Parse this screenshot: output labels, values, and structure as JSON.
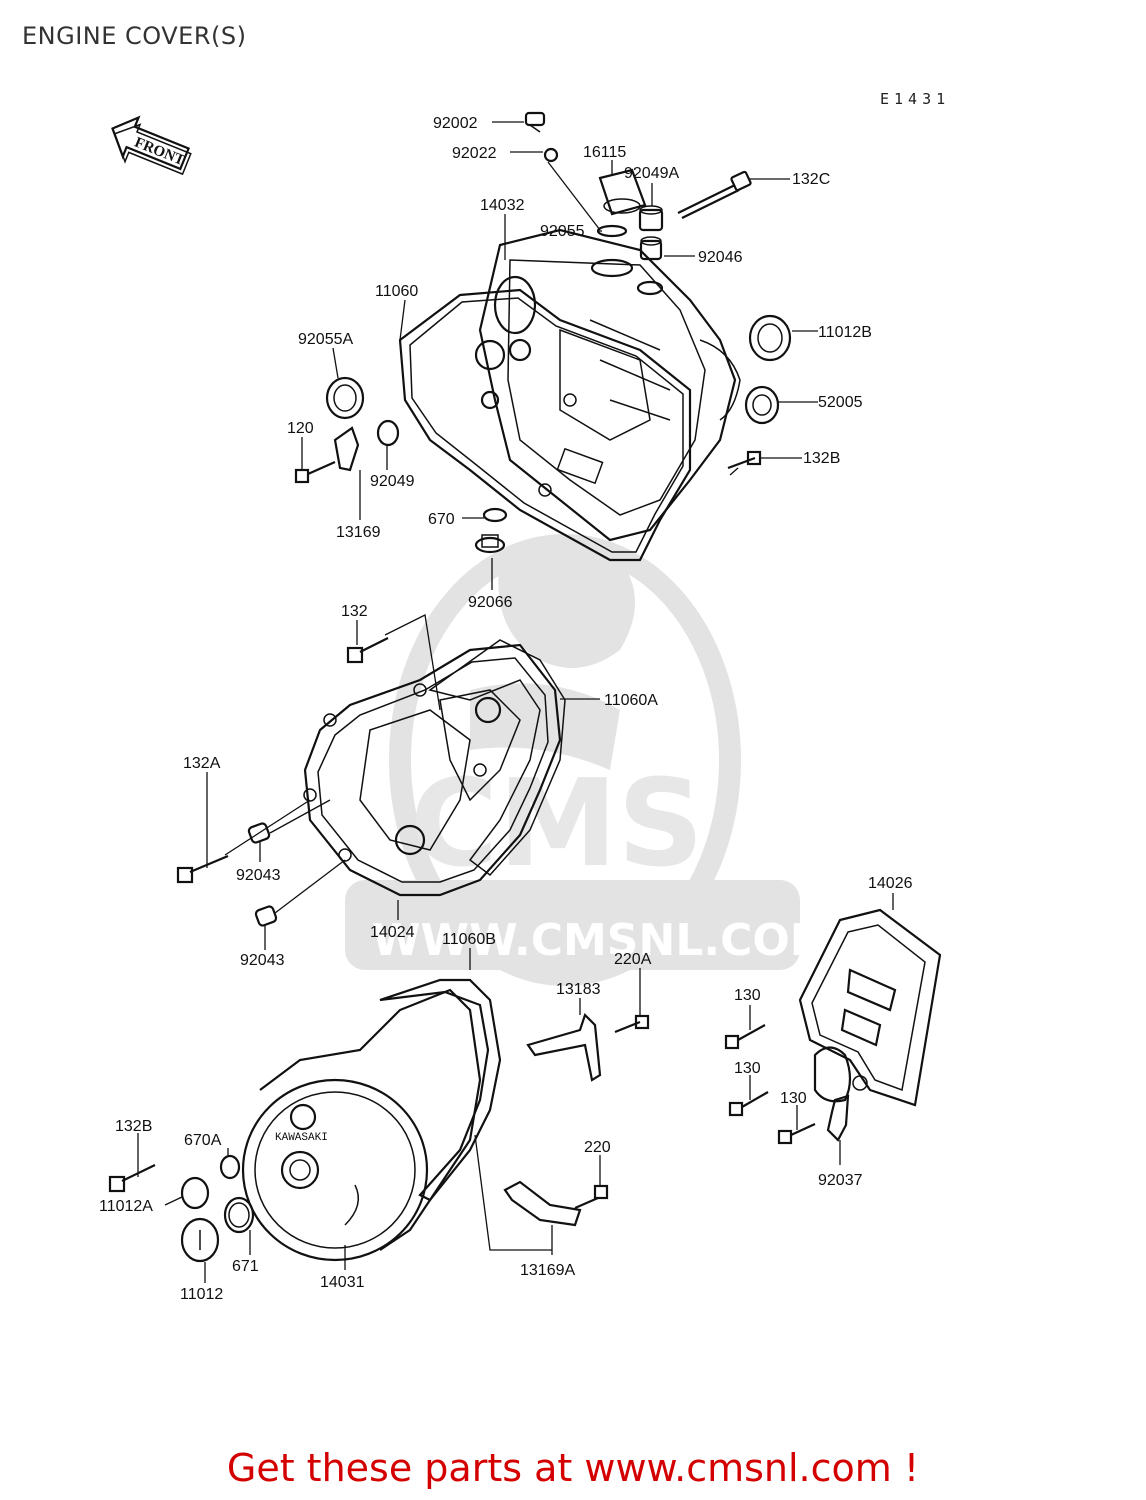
{
  "page": {
    "title": "ENGINE COVER(S)",
    "diagram_code": "E1431",
    "footer_cta": "Get these parts at www.cmsnl.com !",
    "footer_color": "#d40000"
  },
  "watermark": {
    "brand": "CMS",
    "url": "WWW.CMSNL.COM"
  },
  "front_arrow": "FRONT",
  "parts": [
    {
      "id": "p92002",
      "label": "92002"
    },
    {
      "id": "p92022",
      "label": "92022"
    },
    {
      "id": "p16115",
      "label": "16115"
    },
    {
      "id": "p92049A",
      "label": "92049A"
    },
    {
      "id": "p132C",
      "label": "132C"
    },
    {
      "id": "p14032",
      "label": "14032"
    },
    {
      "id": "p92055",
      "label": "92055"
    },
    {
      "id": "p92046",
      "label": "92046"
    },
    {
      "id": "p11060",
      "label": "11060"
    },
    {
      "id": "p92055A",
      "label": "92055A"
    },
    {
      "id": "p11012B",
      "label": "11012B"
    },
    {
      "id": "p52005",
      "label": "52005"
    },
    {
      "id": "p120",
      "label": "120"
    },
    {
      "id": "p92049",
      "label": "92049"
    },
    {
      "id": "p132B_top",
      "label": "132B"
    },
    {
      "id": "p13169",
      "label": "13169"
    },
    {
      "id": "p670",
      "label": "670"
    },
    {
      "id": "p92066",
      "label": "92066"
    },
    {
      "id": "p132",
      "label": "132"
    },
    {
      "id": "p11060A",
      "label": "11060A"
    },
    {
      "id": "p132A",
      "label": "132A"
    },
    {
      "id": "p92043a",
      "label": "92043"
    },
    {
      "id": "p14024",
      "label": "14024"
    },
    {
      "id": "p92043b",
      "label": "92043"
    },
    {
      "id": "p14026",
      "label": "14026"
    },
    {
      "id": "p11060B",
      "label": "11060B"
    },
    {
      "id": "p220A",
      "label": "220A"
    },
    {
      "id": "p13183",
      "label": "13183"
    },
    {
      "id": "p130a",
      "label": "130"
    },
    {
      "id": "p130b",
      "label": "130"
    },
    {
      "id": "p130c",
      "label": "130"
    },
    {
      "id": "p92037",
      "label": "92037"
    },
    {
      "id": "p132B_bot",
      "label": "132B"
    },
    {
      "id": "p670A",
      "label": "670A"
    },
    {
      "id": "p220",
      "label": "220"
    },
    {
      "id": "p11012A",
      "label": "11012A"
    },
    {
      "id": "p671",
      "label": "671"
    },
    {
      "id": "p14031",
      "label": "14031"
    },
    {
      "id": "p13169A",
      "label": "13169A"
    },
    {
      "id": "p11012",
      "label": "11012"
    }
  ]
}
